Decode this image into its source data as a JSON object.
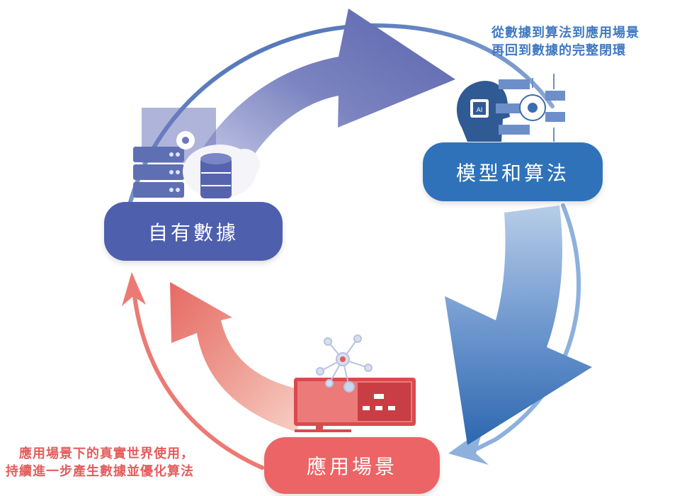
{
  "nodes": {
    "own_data": "自有數據",
    "model_algorithm": "模型和算法",
    "application_scenario": "應用場景"
  },
  "annotations": {
    "top_right": [
      "從數據到算法到應用場景",
      "再回到數據的完整閉環"
    ],
    "bottom_left": [
      "應用場景下的真實世界使用，",
      "持續進一步產生數據並優化算法"
    ]
  },
  "icons": {
    "own_data": [
      "server-rack-icon",
      "database-cloud-icon",
      "gear-icon"
    ],
    "model_algorithm": [
      "ai-head-icon",
      "lightbulb-gear-icon"
    ],
    "application_scenario": [
      "monitor-icon",
      "network-graph-icon"
    ]
  },
  "colors": {
    "data_blue": "#4e5fae",
    "model_blue": "#2f72ba",
    "app_red": "#ec6466",
    "text_blue": "#3f79c2",
    "text_red": "#e35d5d"
  }
}
